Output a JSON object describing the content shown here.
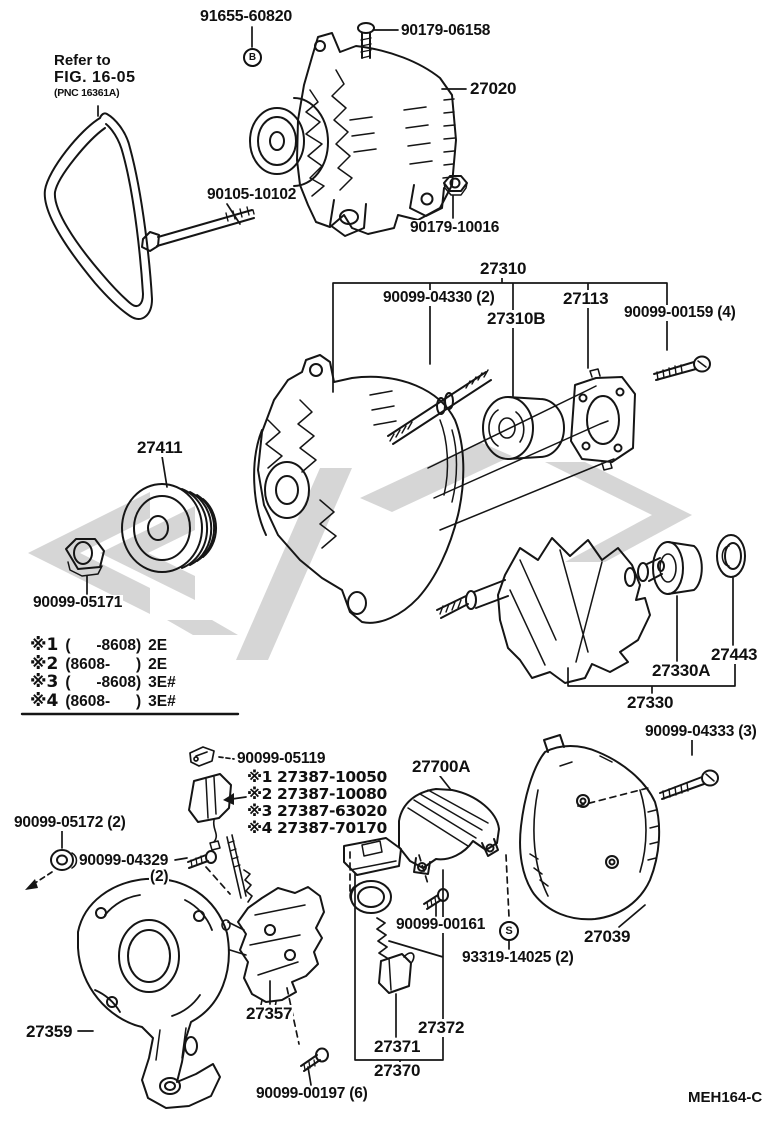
{
  "document": {
    "code": "MEH164-C"
  },
  "note": {
    "line1": "Refer to",
    "line2": "FIG. 16-05",
    "line3": "(PNC 16361A)"
  },
  "badges": {
    "b": "B",
    "s": "S"
  },
  "parts": {
    "bolt_91655_60820": "91655-60820",
    "bolt_90179_06158": "90179-06158",
    "alternator_27020": "27020",
    "bolt_90105_10102": "90105-10102",
    "nut_90179_10016": "90179-10016",
    "housing_27310": "27310",
    "stud_90099_04330": "90099-04330 (2)",
    "bearing_27310B": "27310B",
    "retainer_27113": "27113",
    "screw_90099_00159": "90099-00159 (4)",
    "pulley_27411": "27411",
    "nut_90099_05171": "90099-05171",
    "washer_27443": "27443",
    "bearing_27330A": "27330A",
    "rotor_27330": "27330",
    "screw_90099_04333": "90099-04333 (3)",
    "clip_90099_05119": "90099-05119",
    "rectifier_27700A": "27700A",
    "grommet_90099_05172": "90099-05172 (2)",
    "screw_90099_04329": "90099-04329",
    "screw_90099_04329_qty": "(2)",
    "screw_90099_00161": "90099-00161",
    "washer_93319_14025": "93319-14025 (2)",
    "cover_27039": "27039",
    "bracket_27359": "27359",
    "regulator_27357": "27357",
    "spring_27372": "27372",
    "brush_27371": "27371",
    "holder_27370": "27370",
    "screw_90099_00197": "90099-00197 (6)"
  },
  "brush_variants": [
    "※1 27387-10050",
    "※2 27387-10080",
    "※3 27387-63020",
    "※4 27387-70170"
  ],
  "legend": [
    {
      "marker": "※1",
      "range": "(      -8608)",
      "code": "2E"
    },
    {
      "marker": "※2",
      "range": "(8608-      )",
      "code": "2E"
    },
    {
      "marker": "※3",
      "range": "(      -8608)",
      "code": "3E#"
    },
    {
      "marker": "※4",
      "range": "(8608-      )",
      "code": "3E#"
    }
  ]
}
